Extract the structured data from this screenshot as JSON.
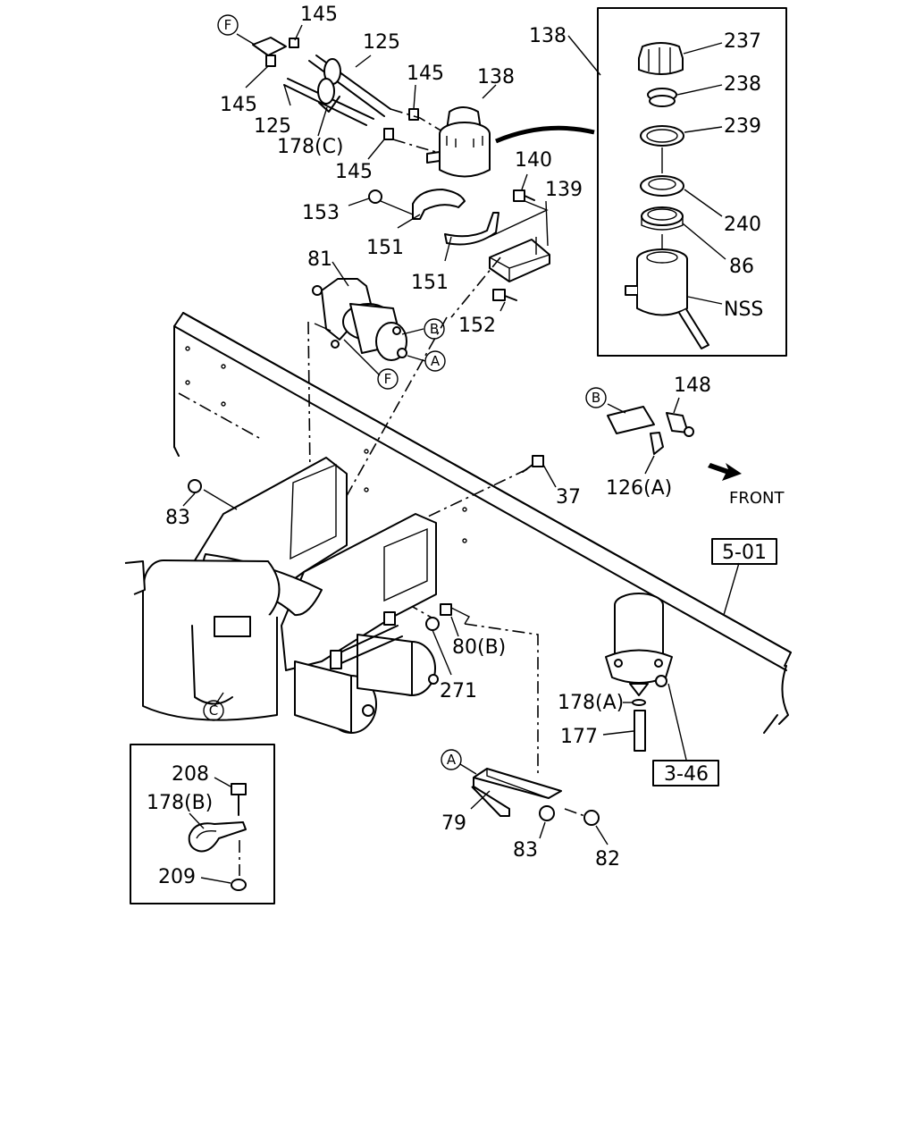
{
  "labels": {
    "p145_a": "145",
    "p145_b": "145",
    "p145_c": "145",
    "p145_d": "145",
    "p125_a": "125",
    "p125_b": "125",
    "p178c": "178(C)",
    "p138_a": "138",
    "p138_b": "138",
    "p153": "153",
    "p151_a": "151",
    "p151_b": "151",
    "p140": "140",
    "p139": "139",
    "p152": "152",
    "p81": "81",
    "p237": "237",
    "p238": "238",
    "p239": "239",
    "p240": "240",
    "p86": "86",
    "pNSS": "NSS",
    "p148": "148",
    "p126a": "126(A)",
    "front": "FRONT",
    "p37": "37",
    "p83_a": "83",
    "p83_b": "83",
    "p82": "82",
    "p80b": "80(B)",
    "p271": "271",
    "p178a": "178(A)",
    "p177": "177",
    "p79": "79",
    "p208": "208",
    "p178b": "178(B)",
    "p209": "209"
  },
  "refs": {
    "ref501": "5-01",
    "ref346": "3-46"
  },
  "callouts": {
    "F": "F",
    "B": "B",
    "A": "A",
    "C": "C"
  }
}
